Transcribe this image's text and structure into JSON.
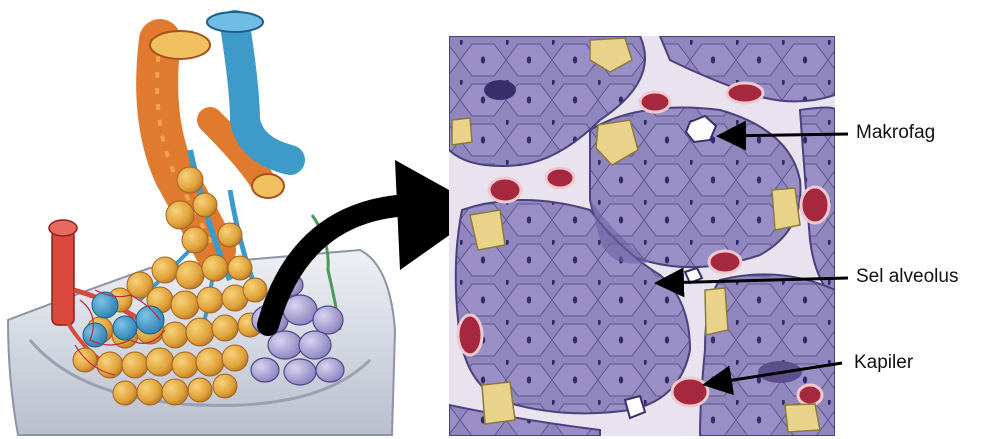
{
  "labels": {
    "macrophage": "Makrofag",
    "alveolar_cell": "Sel alveolus",
    "capillary": "Kapiler"
  },
  "colors": {
    "vein_blue": "#3d9ac9",
    "artery_red": "#d9483b",
    "bronchus_orange": "#e07a2e",
    "alveolus_gold": "#e3a23b",
    "alveolus_purple": "#8d86c0",
    "tissue_bg": "#c9c0dc",
    "capillary_red": "#a5283e",
    "pleura_grey": "#d8dce6"
  }
}
